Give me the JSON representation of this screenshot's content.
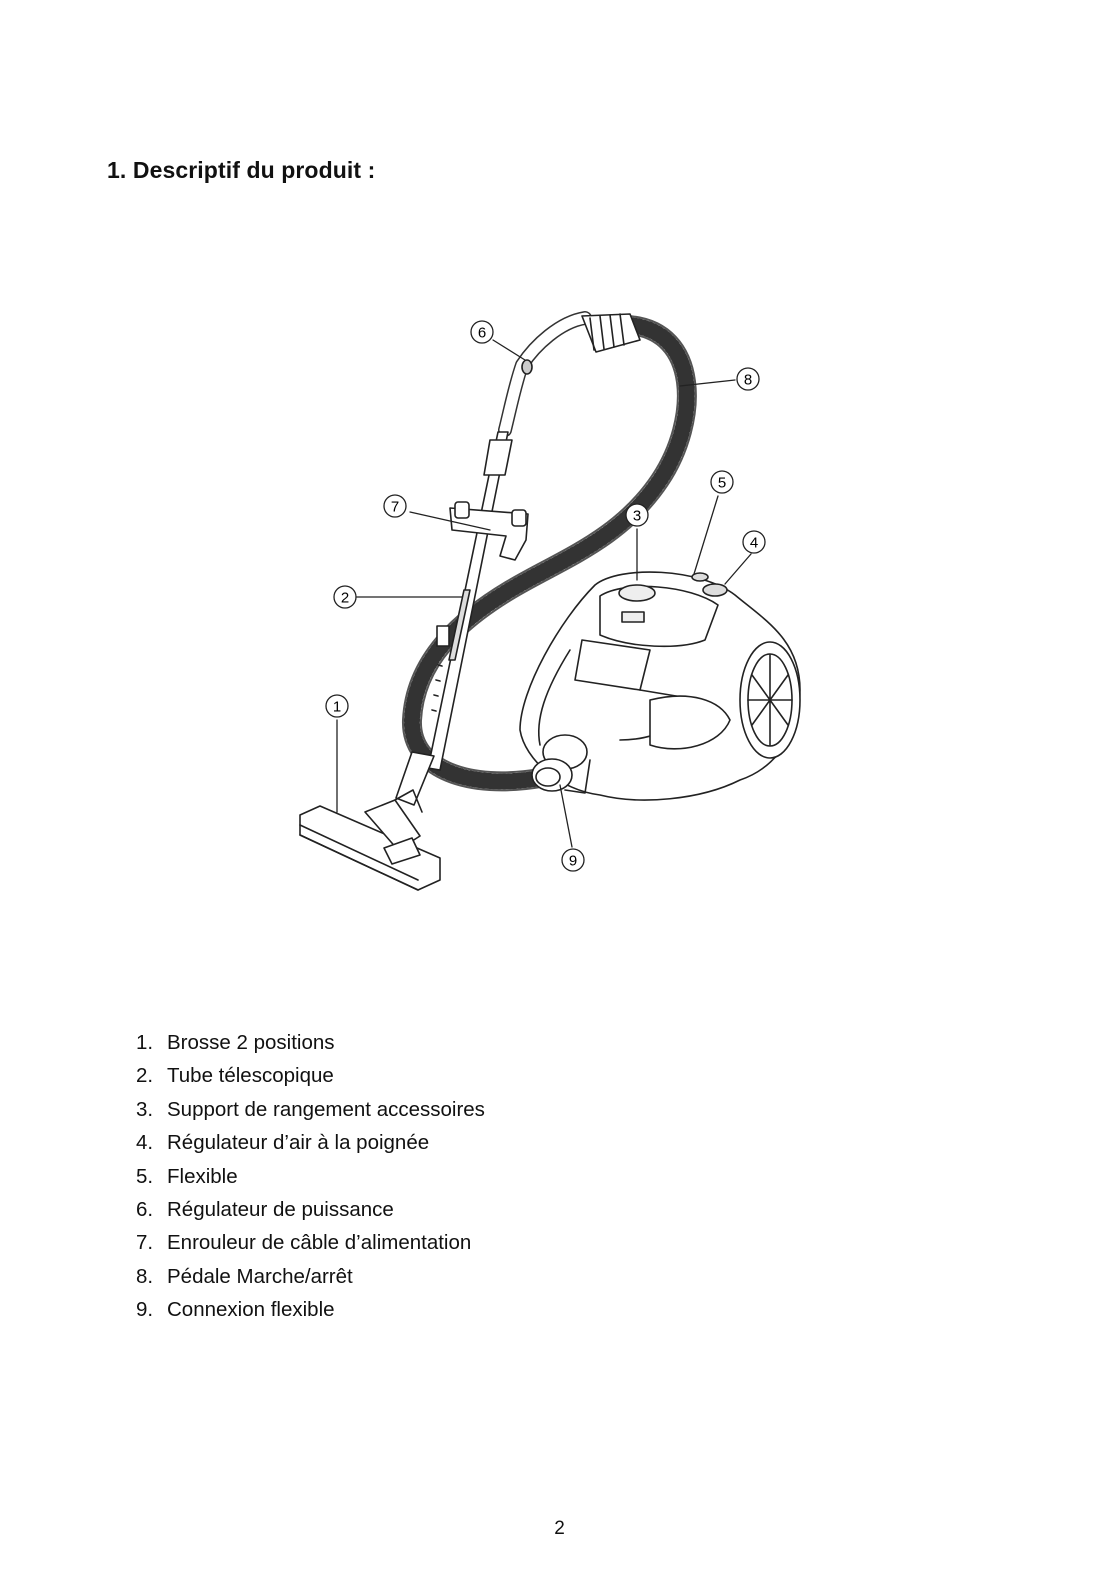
{
  "heading": "1. Descriptif du produit :",
  "figure": {
    "callouts": [
      "1",
      "2",
      "3",
      "4",
      "5",
      "6",
      "7",
      "8",
      "9"
    ]
  },
  "parts": [
    {
      "num": "1.",
      "label": "Brosse 2 positions"
    },
    {
      "num": "2.",
      "label": "Tube télescopique"
    },
    {
      "num": "3.",
      "label": "Support de rangement accessoires"
    },
    {
      "num": "4.",
      "label": "Régulateur d’air à la poignée"
    },
    {
      "num": "5.",
      "label": "Flexible"
    },
    {
      "num": "6.",
      "label": "Régulateur de puissance"
    },
    {
      "num": "7.",
      "label": "Enrouleur de câble d’alimentation"
    },
    {
      "num": "8.",
      "label": "Pédale Marche/arrêt"
    },
    {
      "num": "9.",
      "label": "Connexion flexible"
    }
  ],
  "page_number": "2"
}
